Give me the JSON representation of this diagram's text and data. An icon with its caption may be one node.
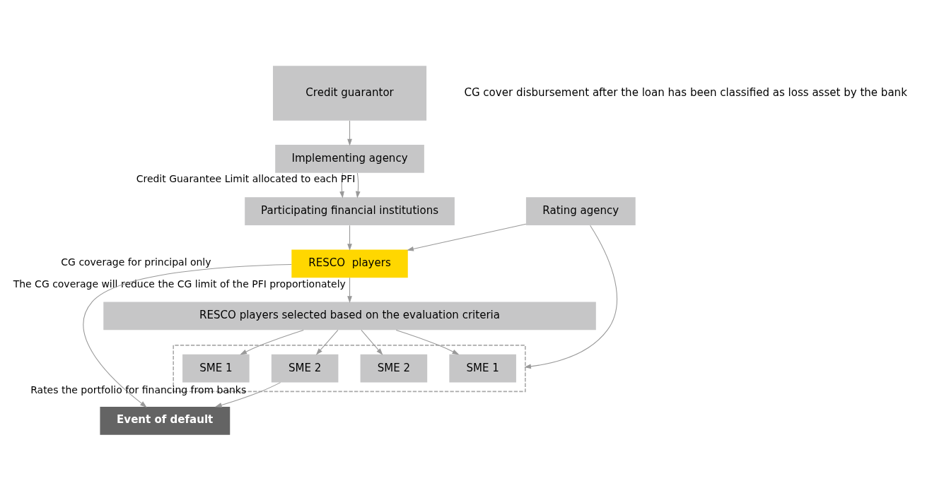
{
  "diagram": {
    "nodes": [
      {
        "text": [
          "Credit guarantor"
        ]
      },
      {
        "text": [
          "Implementing agency"
        ]
      },
      {
        "text": [
          "Participating financial institutions"
        ]
      },
      {
        "text": [
          "RESCO  players"
        ]
      },
      {
        "text": [
          "RESCO players selected based on the evaluation criteria"
        ]
      },
      {
        "text": [],
        "shape": "box"
      },
      {
        "text": [
          "SME 1"
        ],
        "in": 5
      },
      {
        "text": [
          "SME 2"
        ],
        "in": 5
      },
      {
        "text": [
          "SME 1"
        ],
        "in": 5
      },
      {
        "text": [
          "SME 2"
        ],
        "in": 5
      },
      {
        "text": [
          "Rating agency"
        ]
      },
      {
        "text": [
          "Event of default"
        ]
      }
    ],
    "edges": [
      {
        "from": 0,
        "to": 1,
        "arrow": "to"
      },
      {
        "from": 1,
        "to": 2,
        "arrow": "to"
      },
      {
        "from": 1,
        "to": 2,
        "arrow": "to",
        "label": "Credit Guarantee Limit allocated to each PFI"
      },
      {
        "from": 2,
        "to": 3,
        "arrow": "to"
      },
      {
        "from": 3,
        "to": 4,
        "arrow": "to",
        "label": "The CG coverage will reduce the CG limit of the PFI proportionately"
      },
      {
        "from": 4,
        "to": 6,
        "arrow": "to"
      },
      {
        "from": 4,
        "to": 7,
        "arrow": "to"
      },
      {
        "from": 4,
        "to": 8,
        "arrow": "to"
      },
      {
        "from": 4,
        "to": 9,
        "arrow": "to"
      },
      {
        "from": 10,
        "to": 3,
        "arrow": "to"
      },
      {
        "from": 10,
        "to": 5,
        "arrow": "to"
      },
      {
        "from": 3,
        "to": 11,
        "arrow": "to",
        "label": "CG coverage for principal only"
      },
      {
        "from": 9,
        "to": 11,
        "arrow": "to",
        "label": "Rates the portfolio for financing from banks"
      }
    ],
    "labels": [
      "CG cover disbursement after the loan has been classified as loss asset by the bank"
    ]
  }
}
